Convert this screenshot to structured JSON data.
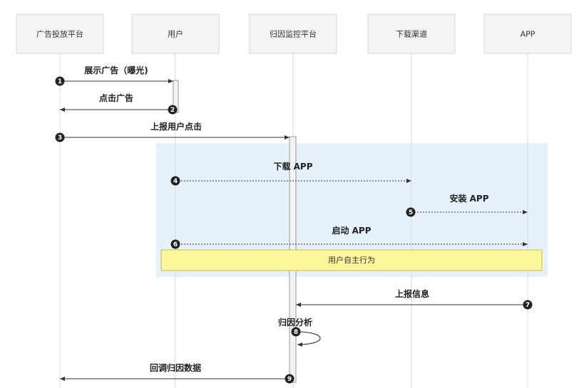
{
  "actors": [
    {
      "id": "ad",
      "label": "广告投放平台"
    },
    {
      "id": "user",
      "label": "用户"
    },
    {
      "id": "attr",
      "label": "归因监控平台"
    },
    {
      "id": "dl",
      "label": "下载渠道"
    },
    {
      "id": "app",
      "label": "APP"
    }
  ],
  "messages": [
    {
      "step": "1",
      "from": "ad",
      "to": "user",
      "label": "展示广告（曝光)",
      "style": "solid"
    },
    {
      "step": "2",
      "from": "user",
      "to": "ad",
      "label": "点击广告",
      "style": "solid"
    },
    {
      "step": "3",
      "from": "ad",
      "to": "attr",
      "label": "上报用户点击",
      "style": "solid"
    },
    {
      "step": "4",
      "from": "user",
      "to": "dl",
      "label": "下载 APP",
      "style": "dashed"
    },
    {
      "step": "5",
      "from": "dl",
      "to": "app",
      "label": "安装 APP",
      "style": "dashed"
    },
    {
      "step": "6",
      "from": "user",
      "to": "app",
      "label": "启动 APP",
      "style": "dashed"
    },
    {
      "step": "7",
      "from": "app",
      "to": "attr",
      "label": "上报信息",
      "style": "solid"
    },
    {
      "step": "8",
      "from": "attr",
      "to": "attr",
      "label": "归因分析",
      "style": "solid"
    },
    {
      "step": "9",
      "from": "attr",
      "to": "ad",
      "label": "回调归因数据",
      "style": "solid"
    }
  ],
  "note": {
    "text": "用户自主行为"
  },
  "colors": {
    "group_fill": "#e6f1fd",
    "note_fill": "#fdf79b",
    "note_stroke": "#c9c23a"
  }
}
